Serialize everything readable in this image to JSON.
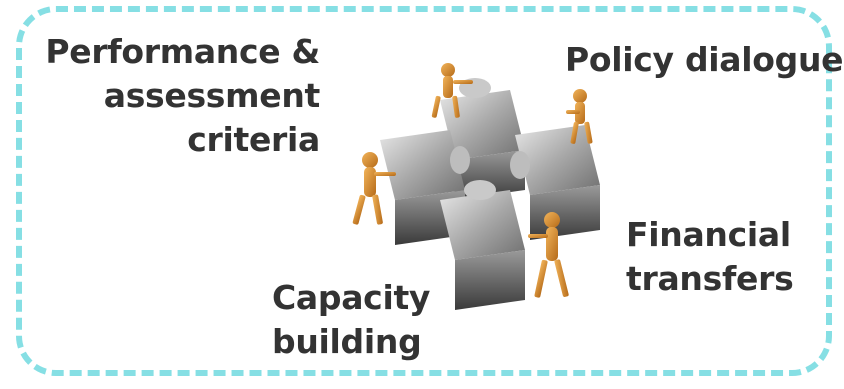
{
  "labels": {
    "top_left": "Performance &\nassessment\ncriteria",
    "top_right": "Policy dialogue",
    "bottom_right": "Financial\ntransfers",
    "bottom_left": "Capacity\nbuilding"
  },
  "colors": {
    "frame": "#86dfe4",
    "text": "#333333",
    "puzzle": "#9a9a9a",
    "figure": "#d98a2b"
  },
  "icons": [
    "puzzle-pieces-image",
    "wooden-figure-icon"
  ]
}
